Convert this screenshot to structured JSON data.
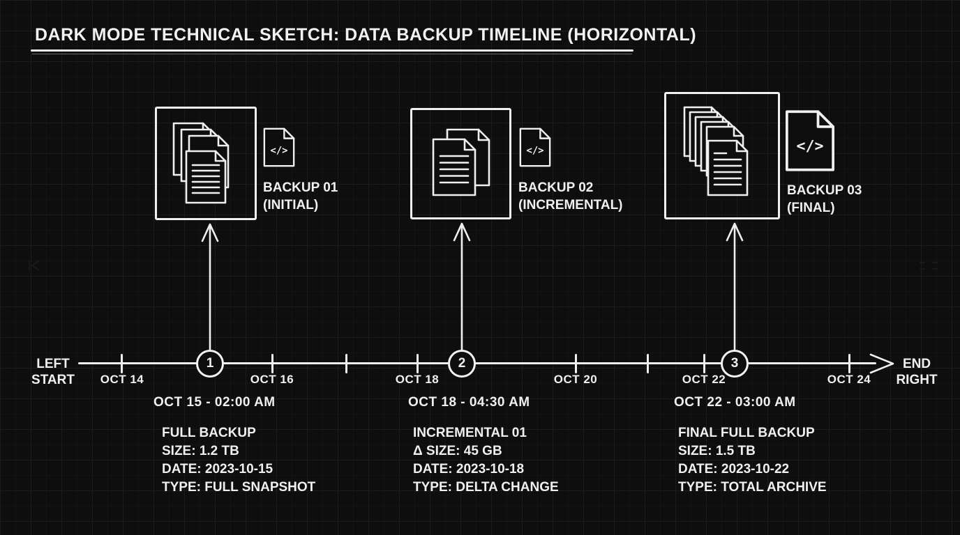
{
  "title": "DARK MODE TECHNICAL SKETCH: DATA BACKUP TIMELINE (HORIZONTAL)",
  "colors": {
    "background": "#0e0e0e",
    "grid_line": "#1c1c1c",
    "ink": "#f0f0f0"
  },
  "icons": {
    "code_file_glyph": "</>"
  },
  "timeline": {
    "start_line1": "LEFT",
    "start_line2": "START",
    "end_line1": "END",
    "end_line2": "RIGHT",
    "dates": [
      "OCT 14",
      "OCT 16",
      "OCT 18",
      "OCT 20",
      "OCT 22",
      "OCT 24"
    ]
  },
  "backups": [
    {
      "number": "1",
      "name": "BACKUP 01",
      "qualifier": "(INITIAL)",
      "timestamp": "OCT 15 - 02:00 AM",
      "details": [
        "FULL BACKUP",
        "SIZE: 1.2 TB",
        "DATE: 2023-10-15",
        "TYPE: FULL SNAPSHOT"
      ]
    },
    {
      "number": "2",
      "name": "BACKUP 02",
      "qualifier": "(INCREMENTAL)",
      "timestamp": "OCT 18 - 04:30 AM",
      "details": [
        "INCREMENTAL 01",
        "Δ SIZE: 45 GB",
        "DATE: 2023-10-18",
        "TYPE: DELTA CHANGE"
      ]
    },
    {
      "number": "3",
      "name": "BACKUP 03",
      "qualifier": "(FINAL)",
      "timestamp": "OCT 22 - 03:00 AM",
      "details": [
        "FINAL FULL BACKUP",
        "SIZE: 1.5 TB",
        "DATE: 2023-10-22",
        "TYPE: TOTAL ARCHIVE"
      ]
    }
  ]
}
